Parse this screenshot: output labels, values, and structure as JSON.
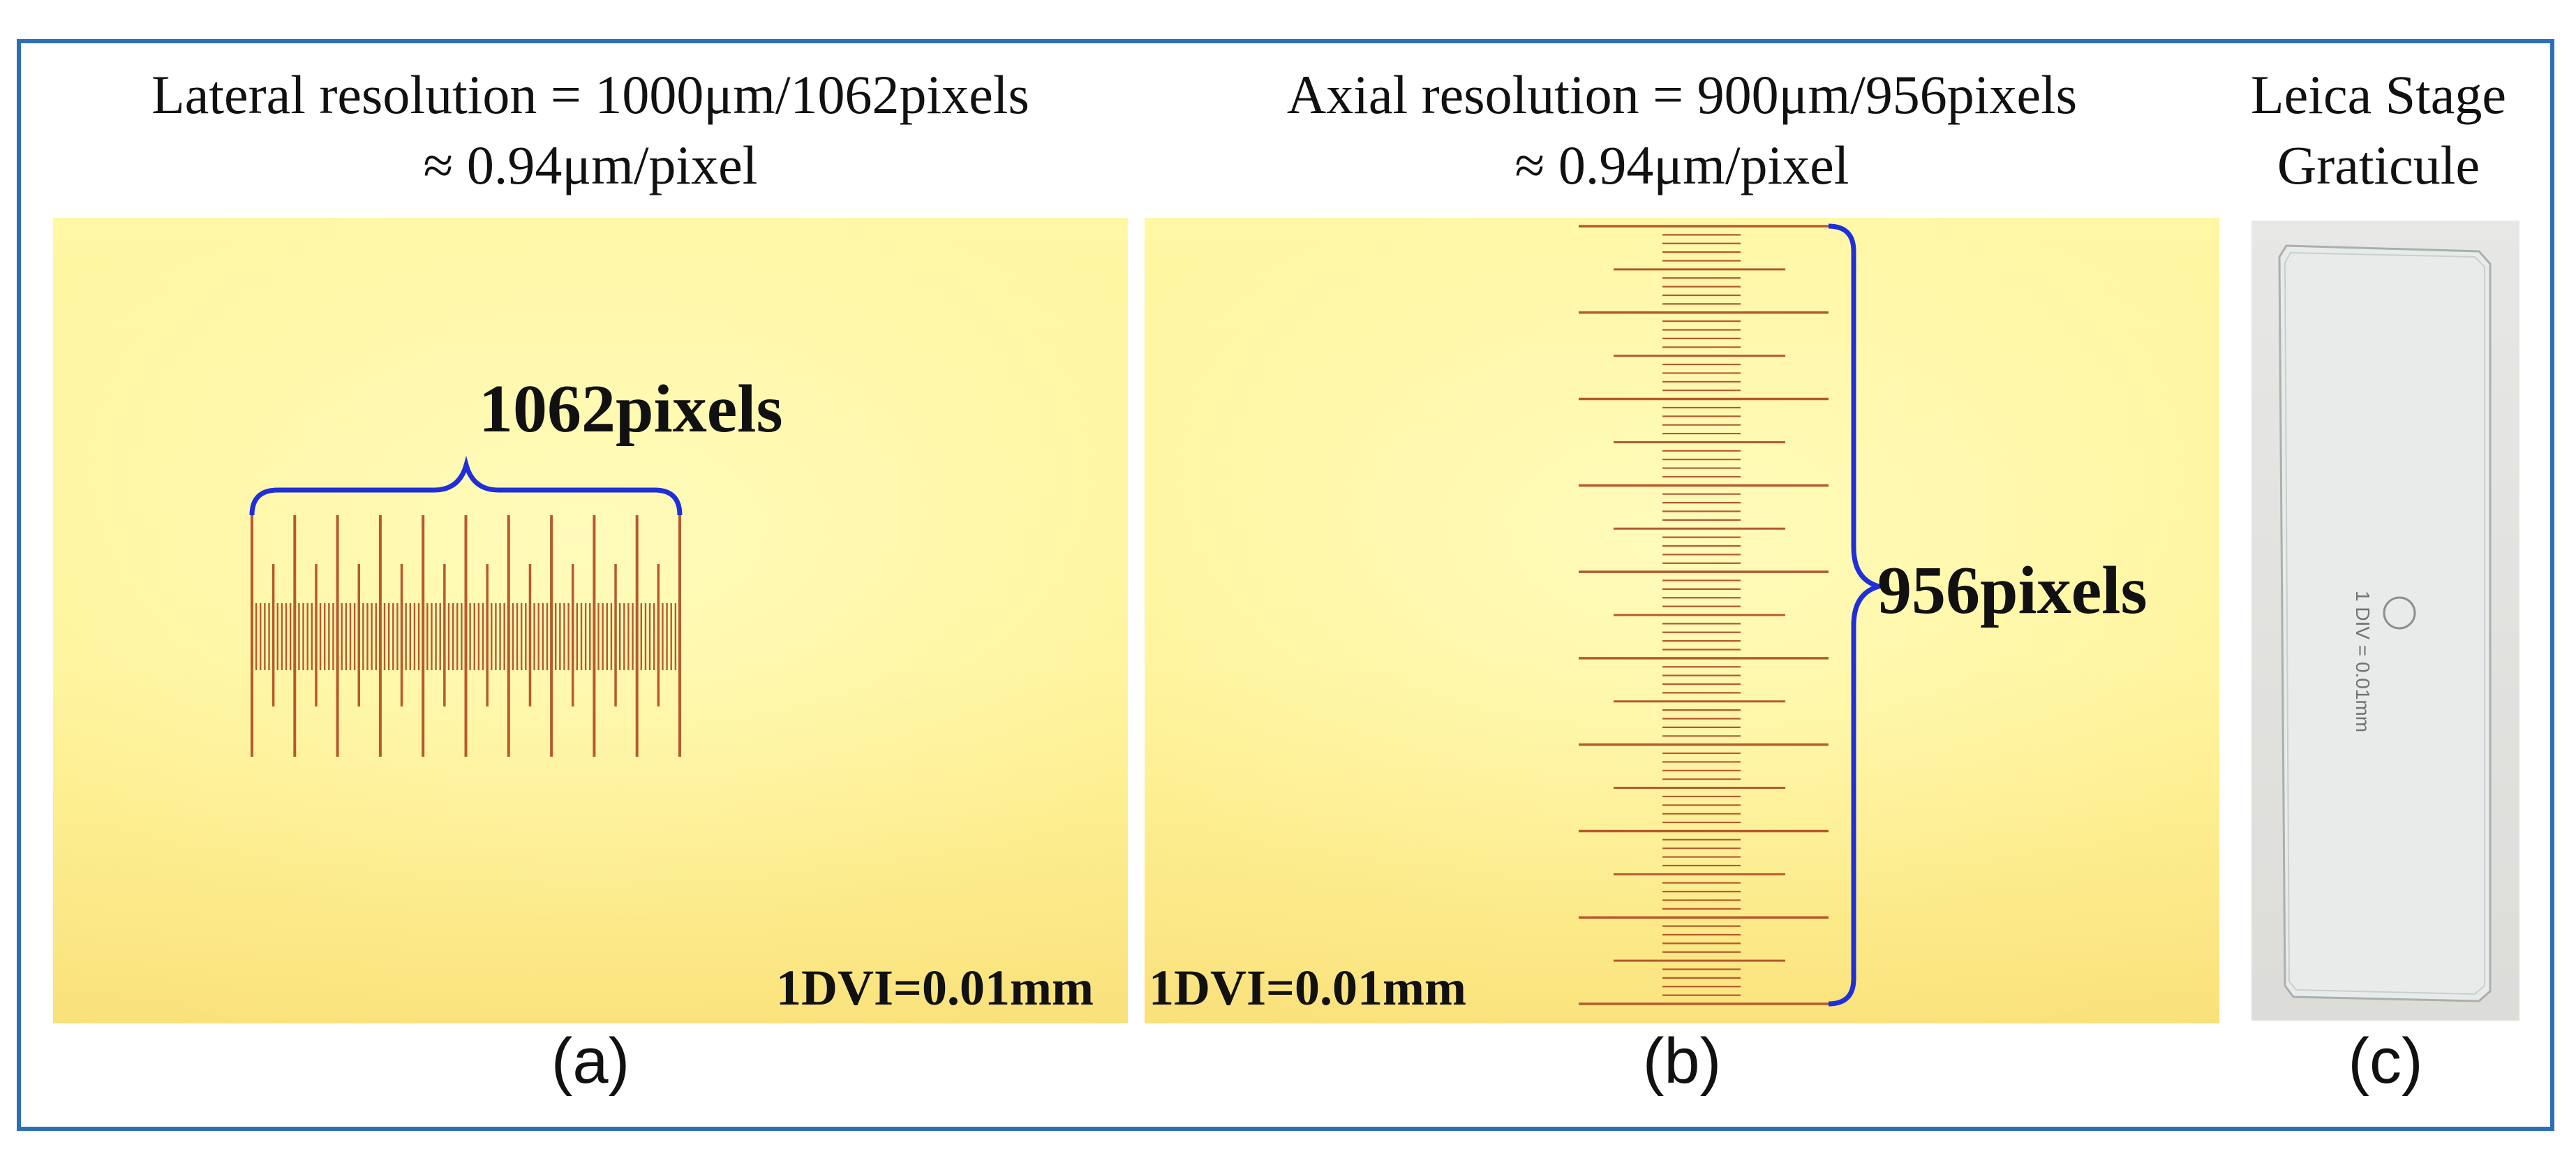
{
  "panel_a": {
    "title_line1": "Lateral resolution = 1000μm/1062pixels",
    "title_line2": "≈ 0.94μm/pixel",
    "measure_label": "1062pixels",
    "scale_label": "1DVI=0.01mm",
    "caption": "(a)"
  },
  "panel_b": {
    "title_line1": "Axial resolution = 900μm/956pixels",
    "title_line2": "≈ 0.94μm/pixel",
    "measure_label": "956pixels",
    "scale_label": "1DVI=0.01mm",
    "caption": "(b)"
  },
  "panel_c": {
    "title_line1": "Leica  Stage",
    "title_line2": "Graticule",
    "slide_text": "1 DIV = 0.01mm",
    "caption": "(c)"
  },
  "colors": {
    "frame": "#2D6FB7",
    "brace": "#1F2FD9",
    "ruler": "#B65A2E",
    "micro_bg": "#FFF29A",
    "photo_bg": "#E2E2E0"
  }
}
